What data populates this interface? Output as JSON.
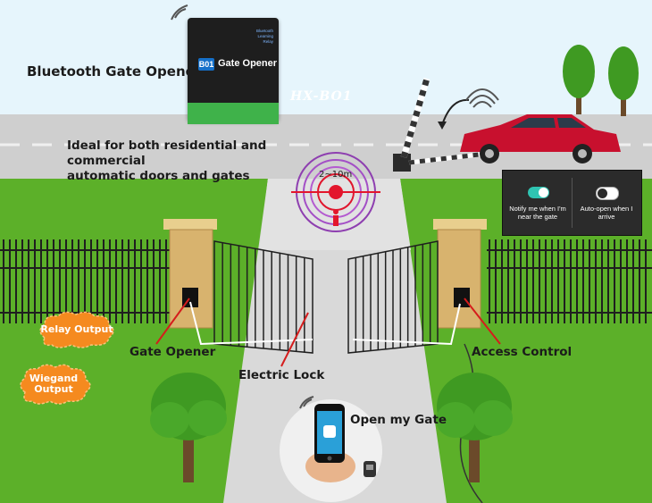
{
  "header": {
    "title": "Bluetooth Gate Opener",
    "tagline_line1": "Ideal for both residential and commercial",
    "tagline_line2": "automatic doors and gates",
    "model": "HX-BO1"
  },
  "device": {
    "brand": "B01",
    "name": "Gate Opener",
    "indicator_lines": [
      "Bluetooth",
      "Learning",
      "Relay"
    ]
  },
  "range": {
    "label": "2~10m"
  },
  "settings_panel": {
    "notify_label": "Notify me when I'm near the gate",
    "notify_on": true,
    "auto_open_label": "Auto-open when I arrive",
    "auto_open_on": false
  },
  "labels": {
    "relay_output": "Relay Output",
    "wiegand_line1": "Wiegand",
    "wiegand_line2": "Output",
    "gate_opener": "Gate Opener",
    "electric_lock": "Electric Lock",
    "access_control": "Access Control",
    "open_gate": "Open my Gate"
  },
  "colors": {
    "sky": "#dff1fb",
    "road": "#c9c9c9",
    "grass": "#63b52b",
    "path": "#d4d4d4",
    "car": "#c8102e",
    "cloud": "#f58a1f",
    "toggle_on": "#2fc4b2",
    "range_ring": "#8e3fb0",
    "range_center": "#e3162c",
    "accent_blue": "#1570c9"
  },
  "icons": [
    "wifi-signal-icon",
    "bluetooth-range-icon",
    "person-icon",
    "toggle-on-icon",
    "toggle-off-icon",
    "smartphone-icon",
    "remote-key-icon",
    "tree-icon",
    "car-icon",
    "barrier-gate-icon"
  ]
}
